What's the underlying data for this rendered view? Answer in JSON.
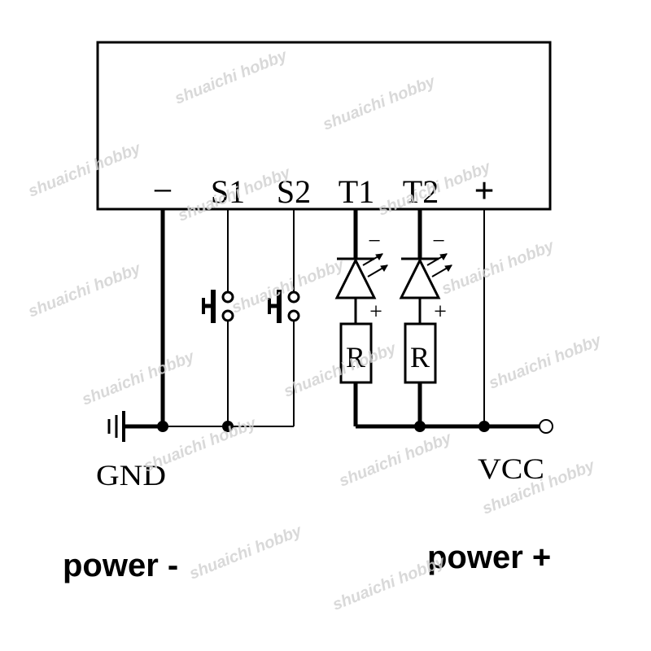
{
  "module": {
    "terminals": [
      "−",
      "S1",
      "S2",
      "T1",
      "T2",
      "+"
    ]
  },
  "components": {
    "led_minus": "−",
    "led_plus": "+",
    "resistor": "R"
  },
  "nodes": {
    "gnd": "GND",
    "vcc": "VCC"
  },
  "captions": {
    "power_minus": "power -",
    "power_plus": "power +"
  },
  "watermark": "shuaichi hobby",
  "colors": {
    "line": "#000000",
    "background": "#ffffff",
    "watermark": "#d2d2d2"
  }
}
